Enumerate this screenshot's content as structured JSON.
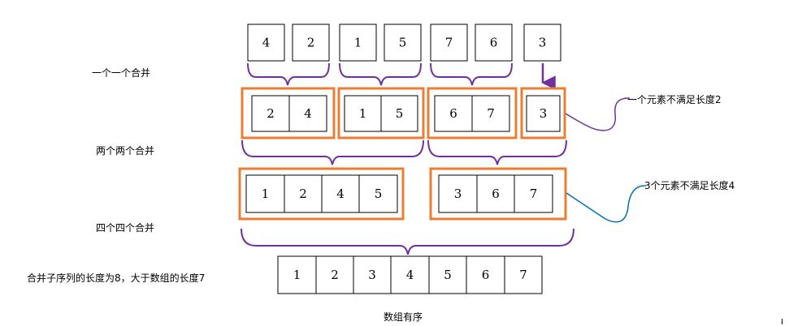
{
  "labels": {
    "one_by_one": "一个一个合并",
    "two_by_two": "两个两个合并",
    "four_by_four": "四个四个合并",
    "final_note": "合并子序列的长度为8，大于数组的长度7",
    "sorted": "数组有序",
    "note_one": "一个元素不满足长度2",
    "note_three": "3个元素不满足长度4"
  },
  "rows": {
    "row0": [
      "4",
      "2",
      "1",
      "5",
      "7",
      "6",
      "3"
    ],
    "row1": [
      [
        "2",
        "4"
      ],
      [
        "1",
        "5"
      ],
      [
        "6",
        "7"
      ],
      [
        "3"
      ]
    ],
    "row2": [
      [
        "1",
        "2",
        "4",
        "5"
      ],
      [
        "3",
        "6",
        "7"
      ]
    ],
    "row3": [
      "1",
      "2",
      "3",
      "4",
      "5",
      "6",
      "7"
    ]
  },
  "colors": {
    "group_border": "#ed7d31",
    "brace": "#7030a0",
    "note_one_curve": "#7030a0",
    "note_three_curve": "#0070c0"
  }
}
